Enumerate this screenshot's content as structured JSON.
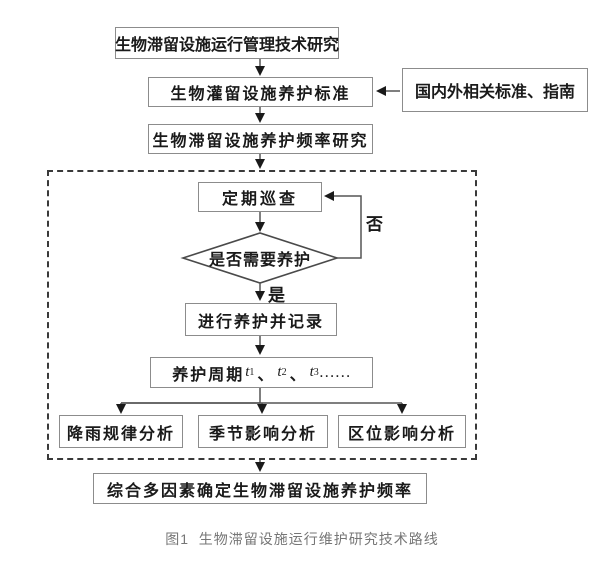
{
  "flowchart": {
    "nodes": {
      "research": "生物滞留设施运行管理技术研究",
      "standard": "生物灌留设施养护标准",
      "external": "国内外相关标准、指南",
      "frequency": "生物滞留设施养护频率研究",
      "inspection": "定期巡查",
      "decision": "是否需要养护",
      "maintain": "进行养护并记录",
      "cycle": {
        "prefix": "养护周期",
        "t": "t",
        "sub1": "1",
        "sub2": "2",
        "sub3": "3",
        "sep": "、",
        "ellipsis": "……"
      },
      "rain": "降雨规律分析",
      "season": "季节影响分析",
      "location": "区位影响分析",
      "final": "综合多因素确定生物滞留设施养护频率"
    },
    "edge_labels": {
      "no": "否",
      "yes": "是"
    },
    "caption": "图1  生物滞留设施运行维护研究技术路线",
    "colors": {
      "background": "#ffffff",
      "box_border": "#8c8c8c",
      "dashed_border": "#3a3a3a",
      "line": "#555555",
      "arrowhead": "#1a1a1a",
      "text": "#1a1a1a",
      "caption_text": "#767676"
    }
  }
}
